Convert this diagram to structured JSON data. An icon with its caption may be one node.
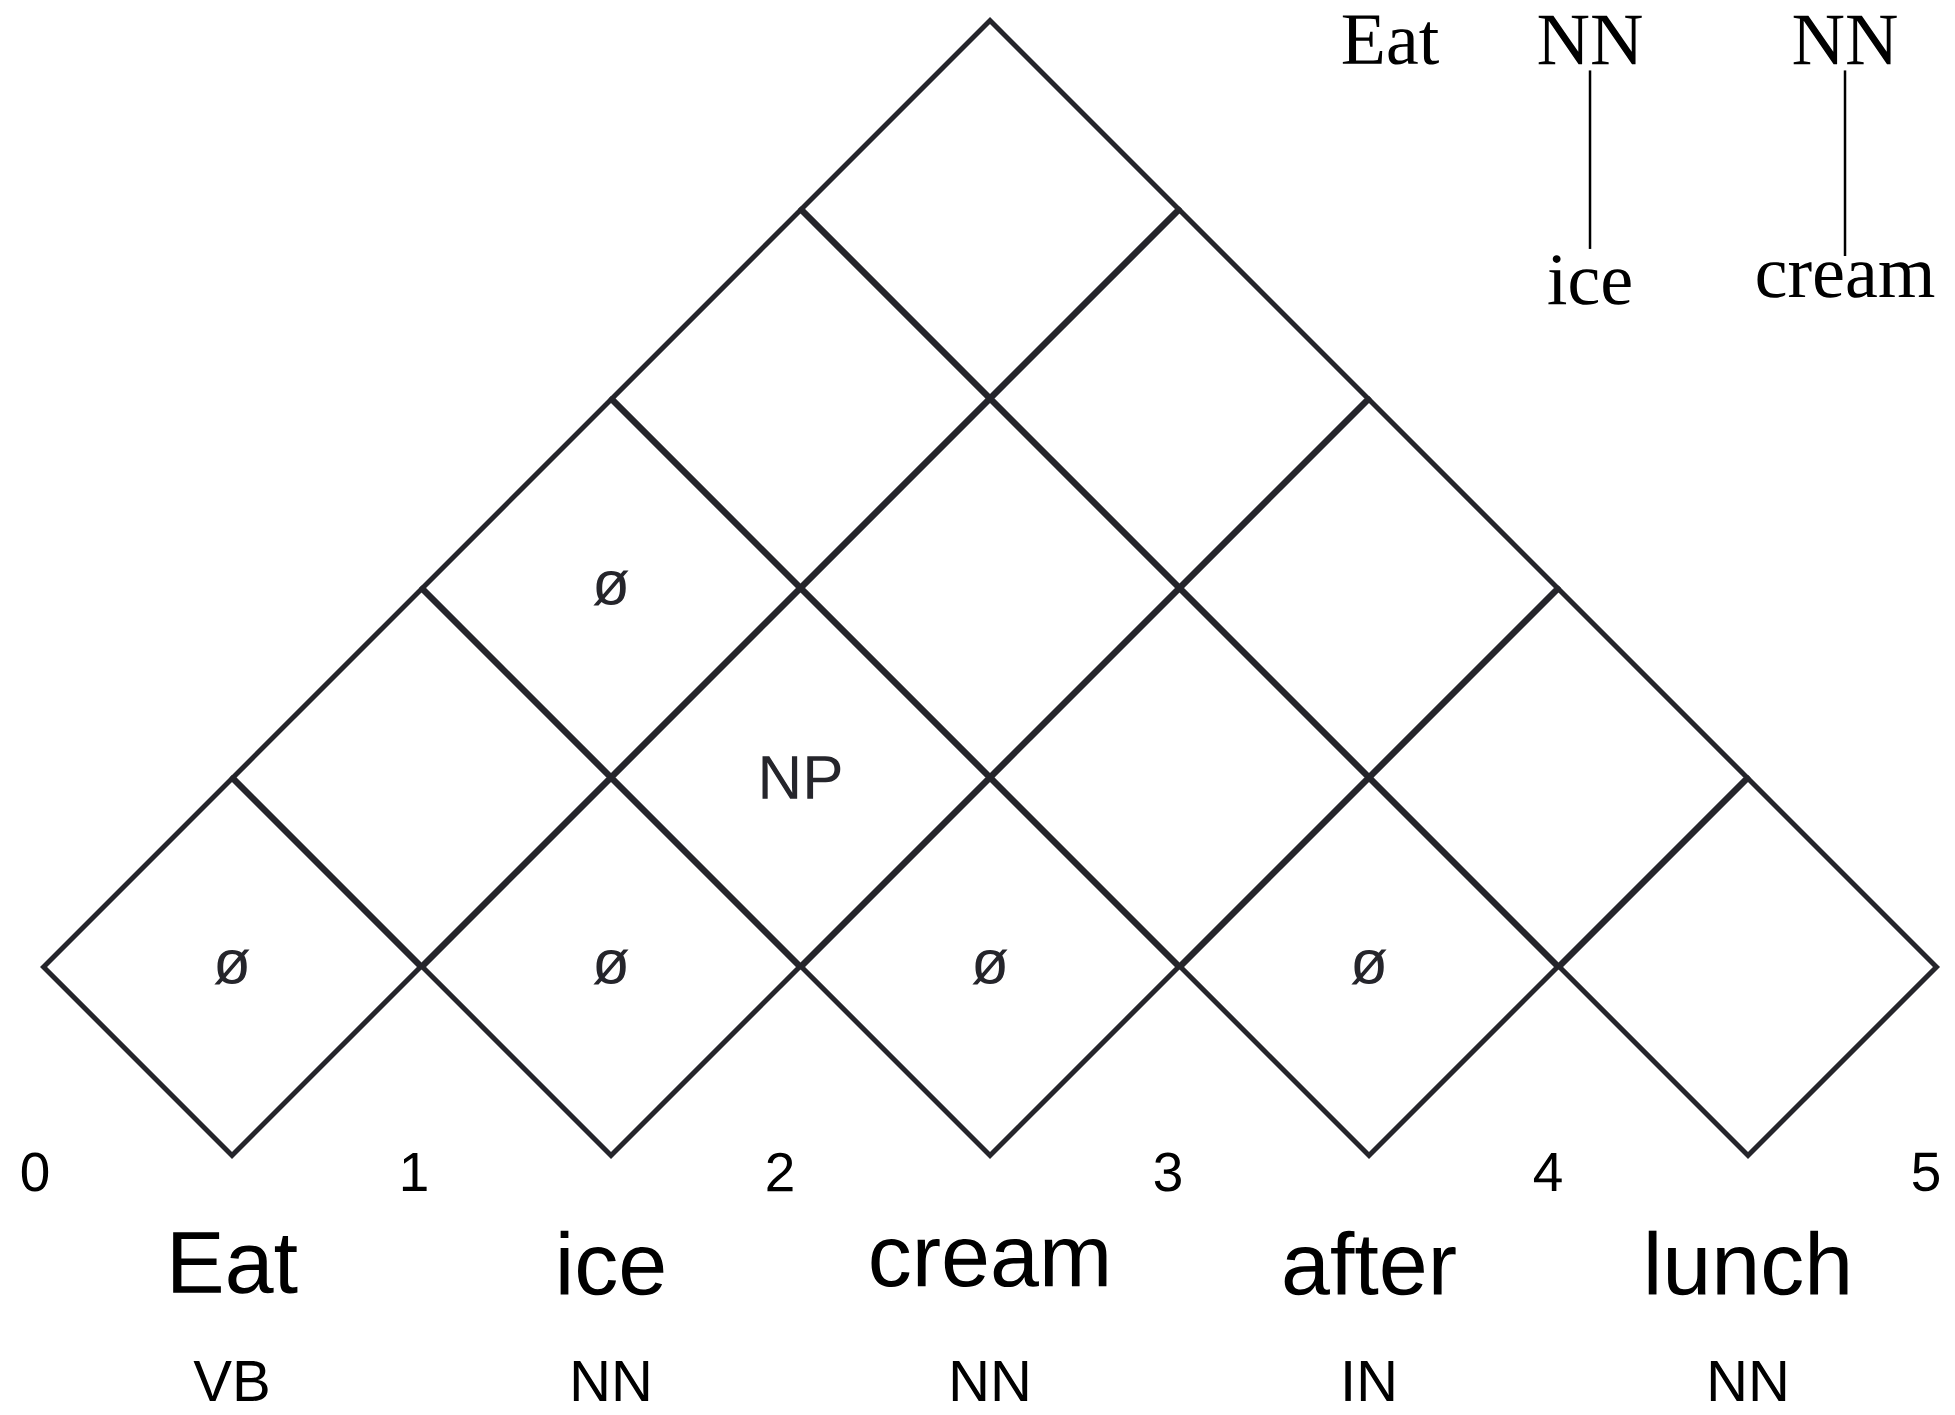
{
  "diagram": {
    "nodes": [
      {
        "text": [],
        "shape": "diamond"
      },
      {
        "text": [],
        "shape": "diamond"
      },
      {
        "text": [],
        "shape": "diamond"
      },
      {
        "text": [
          "ø"
        ]
      },
      {
        "text": [],
        "shape": "diamond"
      },
      {
        "text": [],
        "shape": "diamond"
      },
      {
        "text": [],
        "shape": "diamond"
      },
      {
        "text": [
          "NP"
        ]
      },
      {
        "text": [],
        "shape": "diamond"
      },
      {
        "text": [],
        "shape": "diamond"
      },
      {
        "text": [
          "ø"
        ]
      },
      {
        "text": [
          "ø"
        ]
      },
      {
        "text": [
          "ø"
        ]
      },
      {
        "text": [
          "ø"
        ]
      },
      {
        "text": [],
        "shape": "diamond"
      },
      {
        "text": [
          "Eat"
        ]
      },
      {
        "text": [
          "NN"
        ]
      },
      {
        "text": [
          "NN"
        ]
      },
      {
        "text": [
          "ice"
        ]
      },
      {
        "text": [
          "cream"
        ]
      }
    ],
    "edges": [
      {
        "from": 16,
        "to": 18,
        "arrow": "none"
      },
      {
        "from": 17,
        "to": 19,
        "arrow": "none"
      }
    ],
    "labels": [
      "0",
      "1",
      "2",
      "3",
      "4",
      "5",
      "Eat",
      "ice",
      "cream",
      "after",
      "lunch",
      "VB",
      "NN",
      "NN",
      "IN",
      "NN"
    ]
  }
}
